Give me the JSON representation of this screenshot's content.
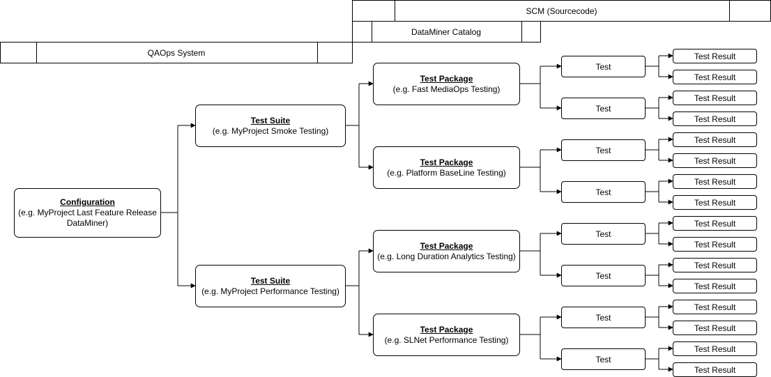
{
  "bands": {
    "scm": "SCM (Sourcecode)",
    "catalog": "DataMiner Catalog",
    "qaops": "QAOps System"
  },
  "configuration": {
    "title": "Configuration",
    "example": "(e.g. MyProject Last Feature Release DataMiner)"
  },
  "suites": [
    {
      "title": "Test Suite",
      "example": "(e.g. MyProject Smoke Testing)",
      "packages": [
        {
          "title": "Test Package",
          "example": "(e.g. Fast MediaOps Testing)"
        },
        {
          "title": "Test Package",
          "example": "(e.g. Platform BaseLine Testing)"
        }
      ]
    },
    {
      "title": "Test Suite",
      "example": "(e.g. MyProject Performance Testing)",
      "packages": [
        {
          "title": "Test Package",
          "example": "(e.g. Long Duration Analytics Testing)"
        },
        {
          "title": "Test Package",
          "example": "(e.g. SLNet Performance Testing)"
        }
      ]
    }
  ],
  "test_label": "Test",
  "result_label": "Test Result"
}
